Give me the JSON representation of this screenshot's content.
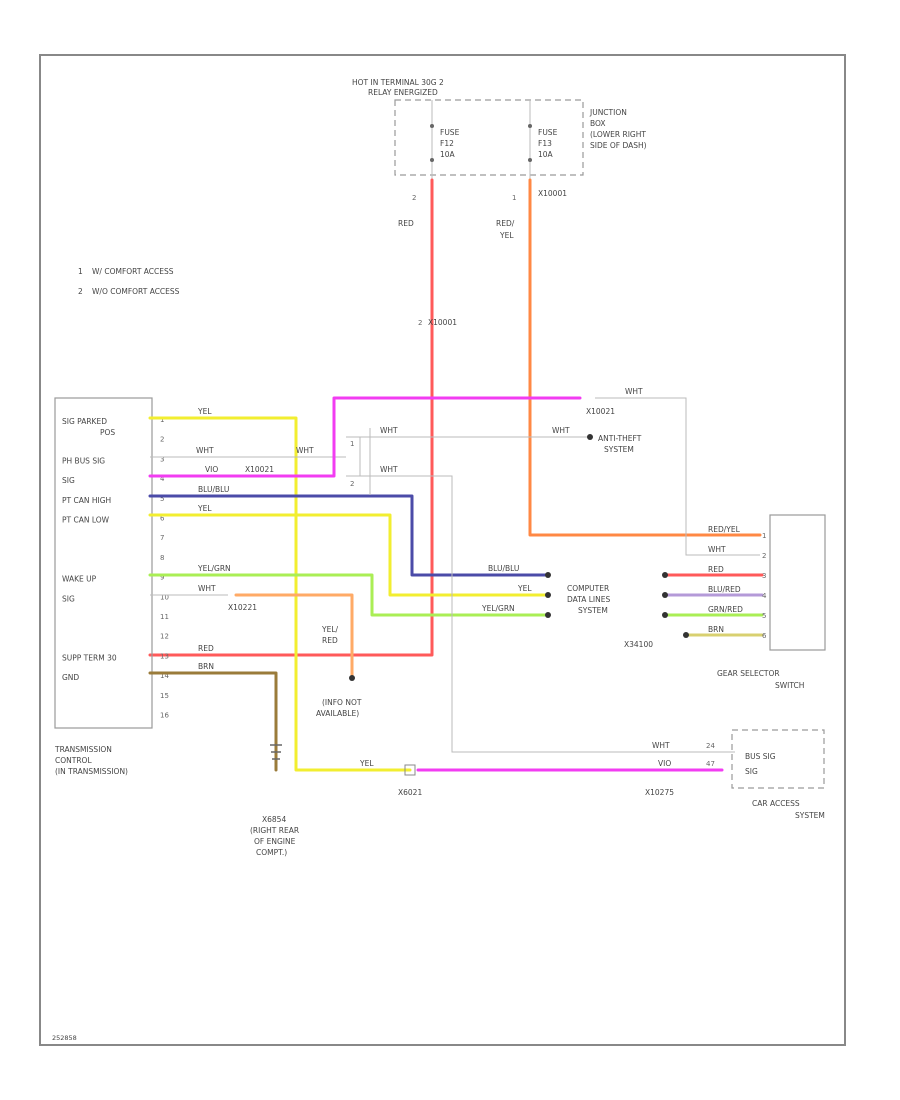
{
  "colors": {
    "red": "#ff5a5a",
    "yellow": "#f2ee30",
    "magenta": "#f23cf2",
    "blue": "#4b4ba8",
    "ygrn": "#aaee55",
    "orange": "#ff8844",
    "brown": "#9a7b3a",
    "white_wire": "#c8c8c8",
    "frame": "#777777"
  },
  "relay_header": {
    "line1": "HOT IN TERMINAL 30G 2",
    "line2": "RELAY ENERGIZED"
  },
  "junction_box": {
    "line1": "JUNCTION",
    "line2": "BOX",
    "line3": "(LOWER RIGHT",
    "line4": "SIDE OF DASH)"
  },
  "fuses": [
    {
      "l1": "FUSE",
      "l2": "F12",
      "l3": "10A",
      "pin": "2"
    },
    {
      "l1": "FUSE",
      "l2": "F13",
      "l3": "10A",
      "pin": "1"
    }
  ],
  "connector_top": "X10001",
  "wire_labels": {
    "red": "RED",
    "red_yel1": "RED/",
    "red_yel2": "YEL",
    "x10001": "X10001",
    "pin2": "2"
  },
  "legend": [
    {
      "num": "1",
      "text": "W/ COMFORT ACCESS"
    },
    {
      "num": "2",
      "text": "W/O COMFORT ACCESS"
    }
  ],
  "tcm": {
    "title1": "TRANSMISSION",
    "title2": "CONTROL",
    "title3": "(IN TRANSMISSION)",
    "pins": [
      {
        "label": "SIG PARKED",
        "label2": "POS",
        "num": "1"
      },
      {
        "label": "",
        "num": "2"
      },
      {
        "label": "PH BUS SIG",
        "num": "3"
      },
      {
        "label": "SIG",
        "num": "4"
      },
      {
        "label": "PT CAN HIGH",
        "num": "5"
      },
      {
        "label": "PT CAN LOW",
        "num": "6"
      },
      {
        "label": "",
        "num": "7"
      },
      {
        "label": "",
        "num": "8"
      },
      {
        "label": "WAKE UP",
        "num": "9"
      },
      {
        "label": "SIG",
        "num": "10"
      },
      {
        "label": "",
        "num": "11"
      },
      {
        "label": "",
        "num": "12"
      },
      {
        "label": "SUPP TERM 30",
        "num": "13"
      },
      {
        "label": "GND",
        "num": "14"
      },
      {
        "label": "",
        "num": "15"
      },
      {
        "label": "",
        "num": "16"
      }
    ]
  },
  "tcm_wire_labels": {
    "yel": "YEL",
    "wht": "WHT",
    "vio": "VIO",
    "x10021": "X10021",
    "blu_blu": "BLU/BLU",
    "yel2": "YEL",
    "ygrn": "YEL/GRN",
    "wht2": "WHT",
    "red": "RED",
    "brn": "BRN",
    "x10221": "X10221"
  },
  "anti_theft": {
    "wire": "WHT",
    "line1": "ANTI-THEFT",
    "line2": "SYSTEM",
    "pin1": "1",
    "pin2": "2",
    "wht": "WHT"
  },
  "top_connector": {
    "label": "X10021",
    "wire": "WHT"
  },
  "computer": {
    "line1": "COMPUTER",
    "line2": "DATA LINES",
    "line3": "SYSTEM",
    "w1": "BLU/BLU",
    "w2": "YEL",
    "w3": "YEL/GRN"
  },
  "gear_selector": {
    "line1": "GEAR SELECTOR",
    "line2": "SWITCH",
    "connector": "X34100",
    "pins": [
      {
        "wire": "RED/YEL",
        "num": "1"
      },
      {
        "wire": "WHT",
        "num": "2"
      },
      {
        "wire": "RED",
        "num": "3"
      },
      {
        "wire": "BLU/RED",
        "num": "4"
      },
      {
        "wire": "GRN/RED",
        "num": "5"
      },
      {
        "wire": "BRN",
        "num": "6"
      }
    ]
  },
  "info_na": {
    "wire1": "YEL/",
    "wire2": "RED",
    "line1": "(INFO NOT",
    "line2": "AVAILABLE)"
  },
  "ground": {
    "id": "X6854",
    "line1": "(RIGHT REAR",
    "line2": "OF ENGINE",
    "line3": "COMPT.)"
  },
  "car_access": {
    "line1": "CAR ACCESS",
    "line2": "SYSTEM",
    "pin_label1": "BUS SIG",
    "pin_label2": "SIG",
    "wht": "WHT",
    "vio": "VIO",
    "pin1": "24",
    "pin2": "47",
    "connector": "X10275",
    "x_left": "X6021",
    "yel": "YEL"
  },
  "footer_id": "252858"
}
